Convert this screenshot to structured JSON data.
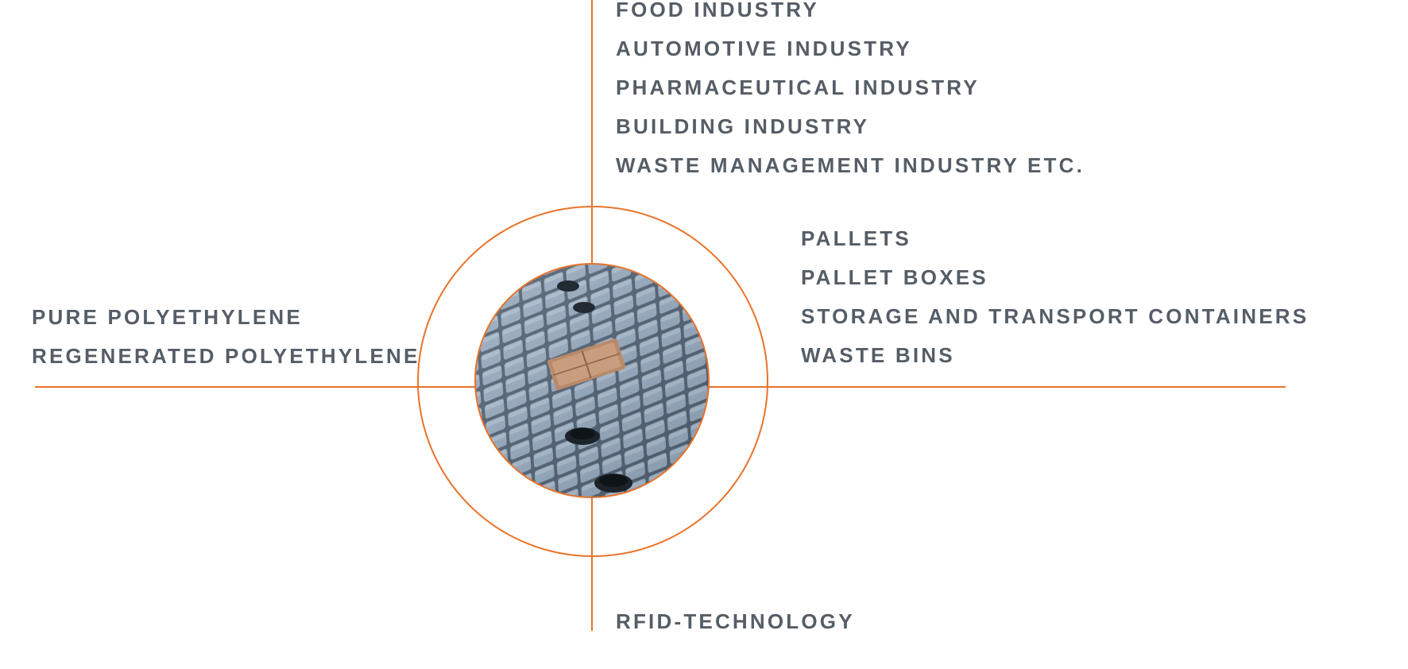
{
  "colors": {
    "accent": "#e8732a",
    "text": "#555d66"
  },
  "industries": [
    "FOOD INDUSTRY",
    "AUTOMOTIVE INDUSTRY",
    "PHARMACEUTICAL INDUSTRY",
    "BUILDING INDUSTRY",
    "WASTE MANAGEMENT INDUSTRY ETC."
  ],
  "products": [
    "PALLETS",
    "PALLET BOXES",
    "STORAGE AND TRANSPORT CONTAINERS",
    "WASTE BINS"
  ],
  "materials": [
    "PURE POLYETHYLENE",
    "REGENERATED POLYETHYLENE"
  ],
  "technology": [
    "RFID-TECHNOLOGY"
  ],
  "center_image": "injection-mold-photo"
}
